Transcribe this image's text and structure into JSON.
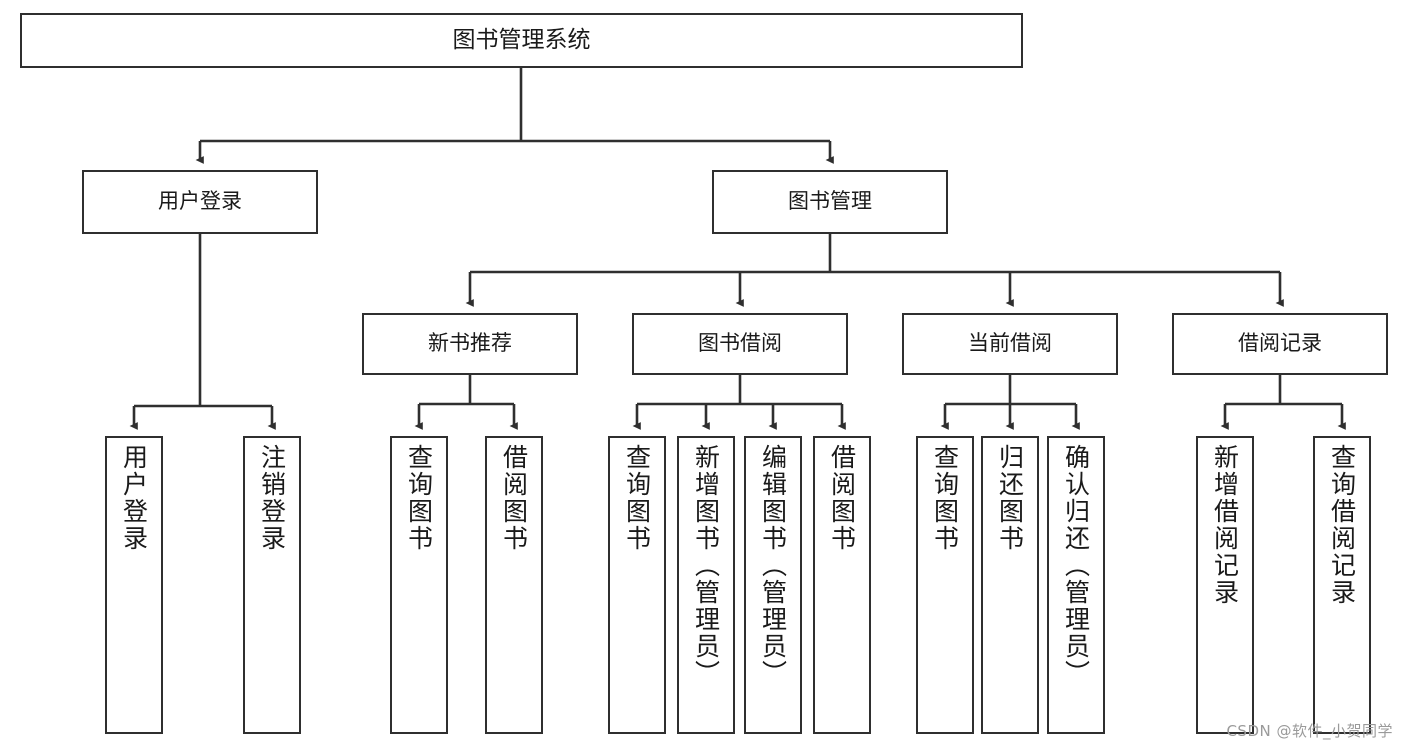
{
  "diagram": {
    "title": "图书管理系统",
    "watermark": "CSDN @软件_小贺同学",
    "stroke_color": "#2f2f2f",
    "text_color": "#1a1a1a",
    "background_color": "#ffffff",
    "watermark_color": "#9a9a9a"
  },
  "root": {
    "label": "图书管理系统"
  },
  "level_one": [
    {
      "label": "用户登录"
    },
    {
      "label": "图书管理"
    }
  ],
  "level_two": [
    {
      "label": "新书推荐"
    },
    {
      "label": "图书借阅"
    },
    {
      "label": "当前借阅"
    },
    {
      "label": "借阅记录"
    }
  ],
  "leaves": {
    "user_login": [
      {
        "label": "用户登录"
      },
      {
        "label": "注销登录"
      }
    ],
    "new_book": [
      {
        "label": "查询图书"
      },
      {
        "label": "借阅图书"
      }
    ],
    "borrow": [
      {
        "label": "查询图书"
      },
      {
        "label": "新增图书（管理员）"
      },
      {
        "label": "编辑图书（管理员）"
      },
      {
        "label": "借阅图书"
      }
    ],
    "current": [
      {
        "label": "查询图书"
      },
      {
        "label": "归还图书"
      },
      {
        "label": "确认归还（管理员）"
      }
    ],
    "records": [
      {
        "label": "新增借阅记录"
      },
      {
        "label": "查询借阅记录"
      }
    ]
  }
}
